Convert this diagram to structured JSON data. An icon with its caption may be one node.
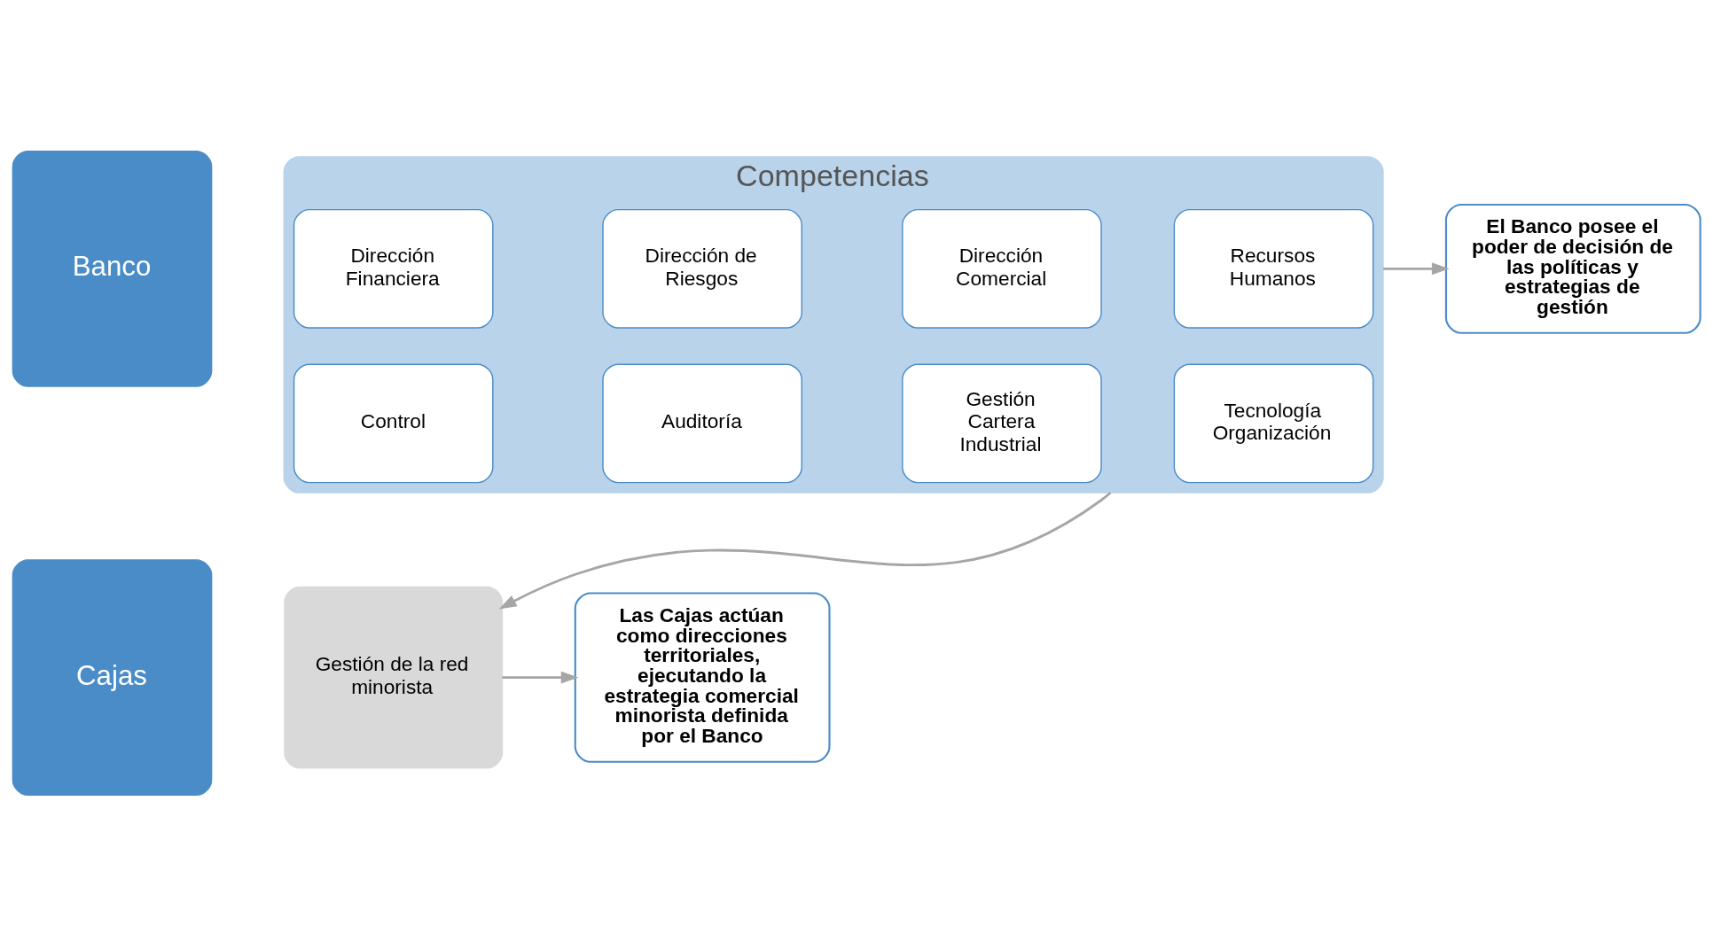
{
  "diagram": {
    "nodes": [
      {
        "text": [
          "Banco"
        ]
      },
      {
        "text": [
          "Competencias"
        ]
      },
      {
        "text": [
          "Dirección Financiera"
        ],
        "in": 1
      },
      {
        "text": [
          "Dirección de Riesgos"
        ],
        "in": 1
      },
      {
        "text": [
          "Dirección Comercial"
        ],
        "in": 1
      },
      {
        "text": [
          "Recursos Humanos"
        ],
        "in": 1
      },
      {
        "text": [
          "Control"
        ],
        "in": 1
      },
      {
        "text": [
          "Auditoría"
        ],
        "in": 1
      },
      {
        "text": [
          "Gestión Cartera Industrial"
        ],
        "in": 1
      },
      {
        "text": [
          "Tecnología Organización"
        ],
        "in": 1
      },
      {
        "text": [
          "Cajas"
        ]
      },
      {
        "text": [
          "Gestión de la red minorista"
        ]
      },
      {
        "text": [
          "El Banco posee el poder de decisión de las políticas y estrategias de gestión"
        ]
      },
      {
        "text": [
          "Las Cajas actúan como direcciones territoriales, ejecutando la estrategia comercial minorista definida por el Banco"
        ]
      }
    ],
    "edges": [
      {
        "from": 1,
        "to": 12,
        "arrow": "to"
      },
      {
        "from": 1,
        "to": 11,
        "arrow": "to"
      },
      {
        "from": 11,
        "to": 13,
        "arrow": "to"
      }
    ]
  }
}
